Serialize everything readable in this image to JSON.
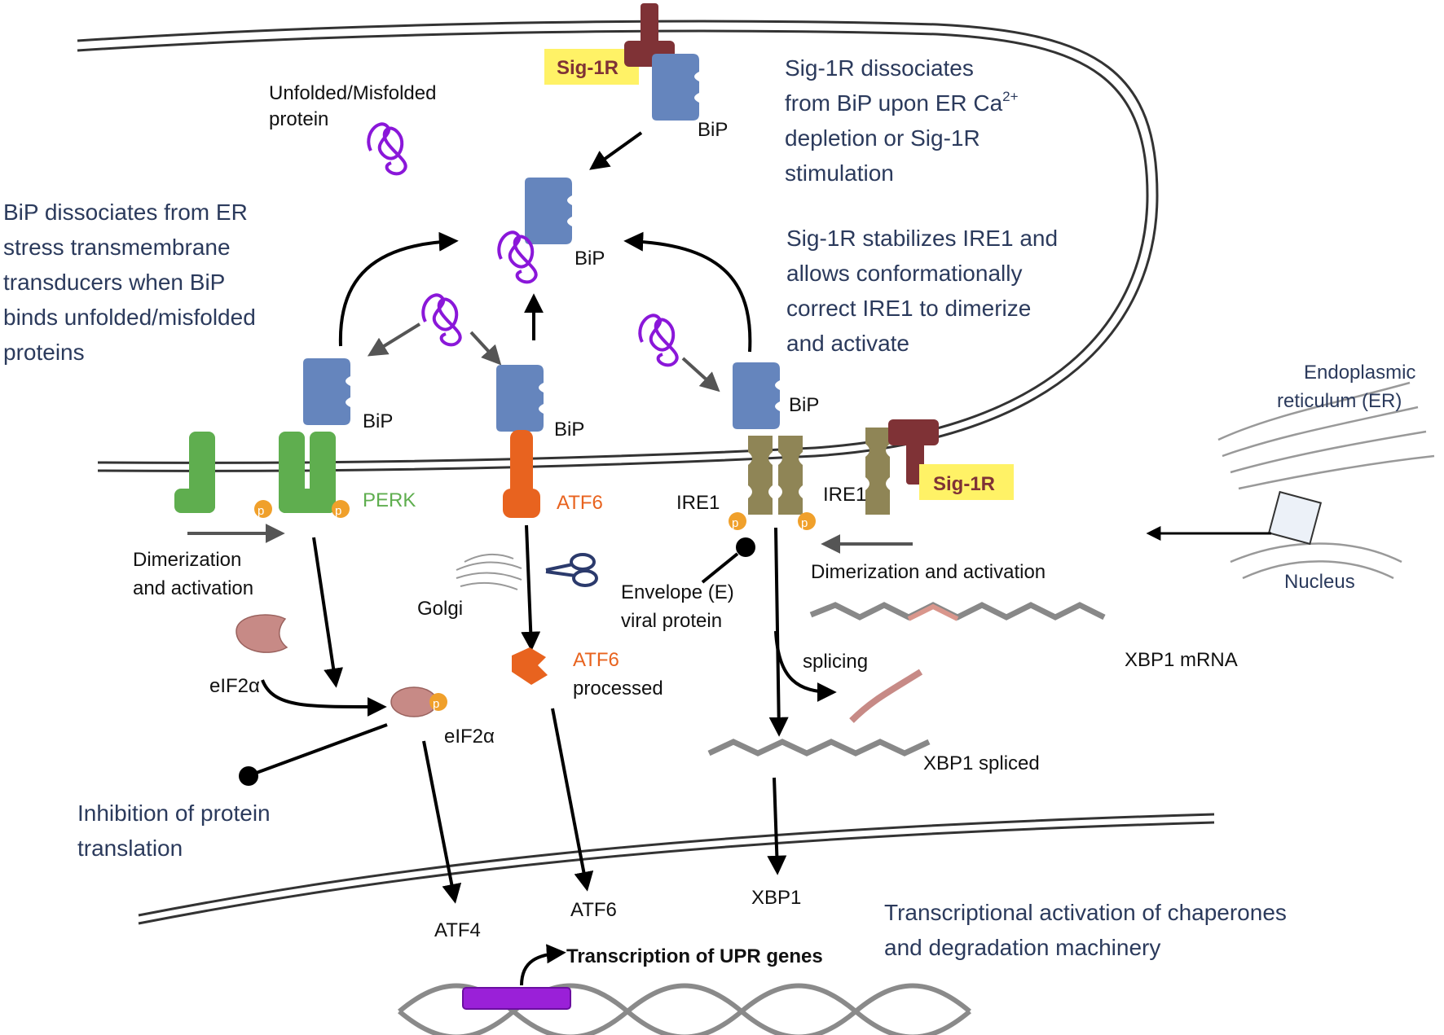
{
  "colors": {
    "bip": "#6585bd",
    "perk": "#5fae4f",
    "atf6": "#e8631f",
    "ire1": "#8f8556",
    "sig1r": "#7f3236",
    "highlight": "#fff266",
    "phospho": "#f0a02b",
    "misfolded": "#8a17d9",
    "eif2a": "#c78a86",
    "note_text": "#2b3a5c",
    "perk_text": "#5fae4f",
    "atf6_text": "#e8631f",
    "membrane": "#333333"
  },
  "labels": {
    "sig1r_top": "Sig-1R",
    "sig1r_right": "Sig-1R",
    "bip_top": "BiP",
    "bip_center": "BiP",
    "bip_perk": "BiP",
    "bip_atf6": "BiP",
    "bip_ire1": "BiP",
    "unfolded_line1": "Unfolded/Misfolded",
    "unfolded_line2": "protein",
    "perk": "PERK",
    "atf6_membrane": "ATF6",
    "ire1_left": "IRE1",
    "ire1_right": "IRE1",
    "phospho": "p",
    "dimerization_left_1": "Dimerization",
    "dimerization_left_2": "and activation",
    "dimerization_right": "Dimerization and activation",
    "golgi": "Golgi",
    "envelope_1": "Envelope (E)",
    "envelope_2": "viral protein",
    "eif2a_left": "eIF2α",
    "eif2a_right": "eIF2α",
    "atf6_processed_1": "ATF6",
    "atf6_processed_2": "processed",
    "splicing": "splicing",
    "xbp1_mrna": "XBP1 mRNA",
    "xbp1_spliced": "XBP1 spliced",
    "atf4": "ATF4",
    "atf6_nuclear": "ATF6",
    "xbp1": "XBP1",
    "transcription": "Transcription of UPR genes",
    "er_1": "Endoplasmic",
    "er_2": "reticulum (ER)",
    "nucleus": "Nucleus"
  },
  "notes": {
    "sig1r_diss_1": "Sig-1R dissociates",
    "sig1r_diss_2": "from BiP upon ER Ca",
    "sig1r_diss_2_sup": "2+",
    "sig1r_diss_3": "depletion or Sig-1R",
    "sig1r_diss_4": "stimulation",
    "sig1r_stab_1": "Sig-1R stabilizes IRE1 and",
    "sig1r_stab_2": "allows conformationally",
    "sig1r_stab_3": "correct IRE1 to dimerize",
    "sig1r_stab_4": "and activate",
    "bip_diss_1": "BiP dissociates from ER",
    "bip_diss_2": "stress transmembrane",
    "bip_diss_3": "transducers when BiP",
    "bip_diss_4": "binds unfolded/misfolded",
    "bip_diss_5": "proteins",
    "inhibition_1": "Inhibition of protein",
    "inhibition_2": "translation",
    "transcriptional_1": "Transcriptional activation of chaperones",
    "transcriptional_2": "and degradation machinery"
  }
}
